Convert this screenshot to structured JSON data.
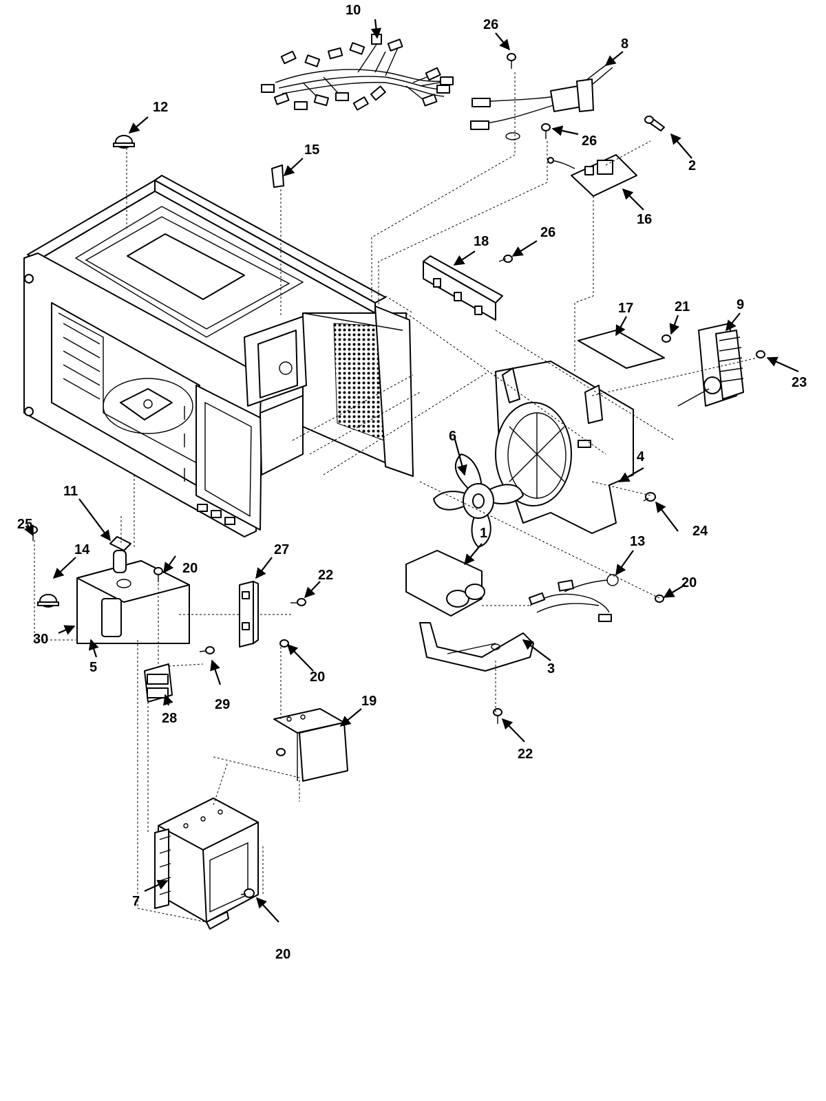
{
  "diagram": {
    "type": "exploded-parts-view",
    "callouts": [
      {
        "id": "c1",
        "label": "1"
      },
      {
        "id": "c2",
        "label": "2"
      },
      {
        "id": "c3",
        "label": "3"
      },
      {
        "id": "c4",
        "label": "4"
      },
      {
        "id": "c5",
        "label": "5"
      },
      {
        "id": "c6",
        "label": "6"
      },
      {
        "id": "c7",
        "label": "7"
      },
      {
        "id": "c8",
        "label": "8"
      },
      {
        "id": "c9",
        "label": "9"
      },
      {
        "id": "c10",
        "label": "10"
      },
      {
        "id": "c11",
        "label": "11"
      },
      {
        "id": "c12",
        "label": "12"
      },
      {
        "id": "c13",
        "label": "13"
      },
      {
        "id": "c14",
        "label": "14"
      },
      {
        "id": "c15",
        "label": "15"
      },
      {
        "id": "c16",
        "label": "16"
      },
      {
        "id": "c17",
        "label": "17"
      },
      {
        "id": "c18",
        "label": "18"
      },
      {
        "id": "c19",
        "label": "19"
      },
      {
        "id": "c20a",
        "label": "20"
      },
      {
        "id": "c20b",
        "label": "20"
      },
      {
        "id": "c20c",
        "label": "20"
      },
      {
        "id": "c20d",
        "label": "20"
      },
      {
        "id": "c21",
        "label": "21"
      },
      {
        "id": "c22a",
        "label": "22"
      },
      {
        "id": "c22b",
        "label": "22"
      },
      {
        "id": "c23",
        "label": "23"
      },
      {
        "id": "c24",
        "label": "24"
      },
      {
        "id": "c25",
        "label": "25"
      },
      {
        "id": "c26a",
        "label": "26"
      },
      {
        "id": "c26b",
        "label": "26"
      },
      {
        "id": "c26c",
        "label": "26"
      },
      {
        "id": "c27",
        "label": "27"
      },
      {
        "id": "c28",
        "label": "28"
      },
      {
        "id": "c29",
        "label": "29"
      },
      {
        "id": "c30",
        "label": "30"
      }
    ]
  }
}
